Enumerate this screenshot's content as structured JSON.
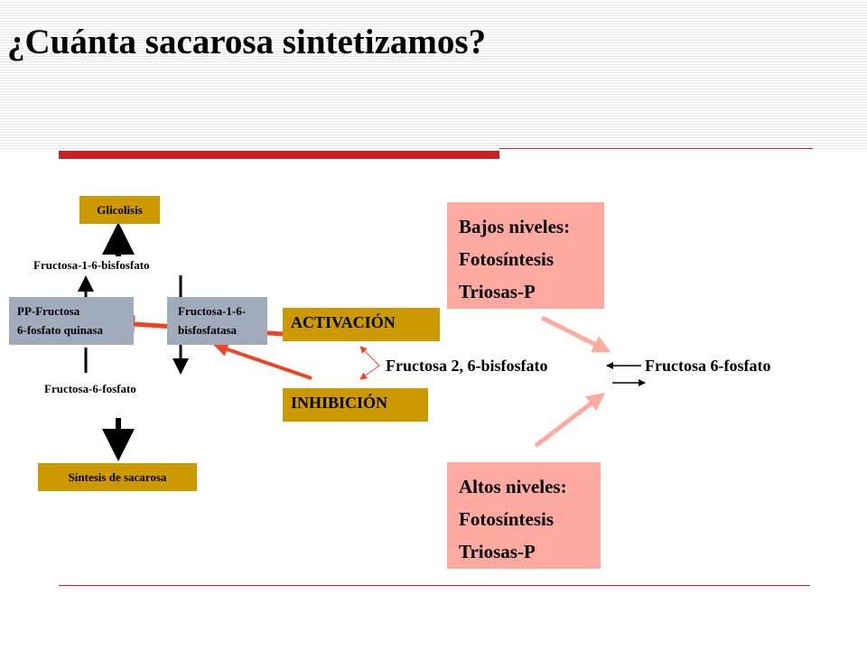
{
  "title": "¿Cuánta sacarosa sintetizamos?",
  "pathway": {
    "glicolisis": "Glicolisis",
    "fructosa_1_6_bisfosfato": "Fructosa-1-6-bisfosfato",
    "pp_fructosa_line1": "PP-Fructosa",
    "pp_fructosa_line2": "6-fosfato quinasa",
    "fbpasa_line1": "Fructosa-1-6-",
    "fbpasa_line2": "bisfosfatasa",
    "fructosa_6_fosfato": "Fructosa-6-fosfato",
    "sintesis_sacarosa": "Síntesis de sacarosa"
  },
  "regulation": {
    "activacion": "ACTIVACIÓN",
    "inhibicion": "INHIBICIÓN",
    "fructosa_2_6_bisfosfato": "Fructosa 2, 6-bisfosfato",
    "fructosa_6_fosfato": "Fructosa 6-fosfato"
  },
  "conditions": {
    "low": {
      "line1": "Bajos niveles:",
      "line2": "Fotosíntesis",
      "line3": "Triosas-P"
    },
    "high": {
      "line1": "Altos niveles:",
      "line2": "Fotosíntesis",
      "line3": "Triosas-P"
    }
  },
  "colors": {
    "accent_red": "#cc1f1f",
    "arrow_red": "#ee4422",
    "arrow_pink": "#ffaaa0",
    "box_gold": "#cc9900",
    "box_grey": "#a0acbc",
    "box_pink": "#ffaaa0"
  }
}
